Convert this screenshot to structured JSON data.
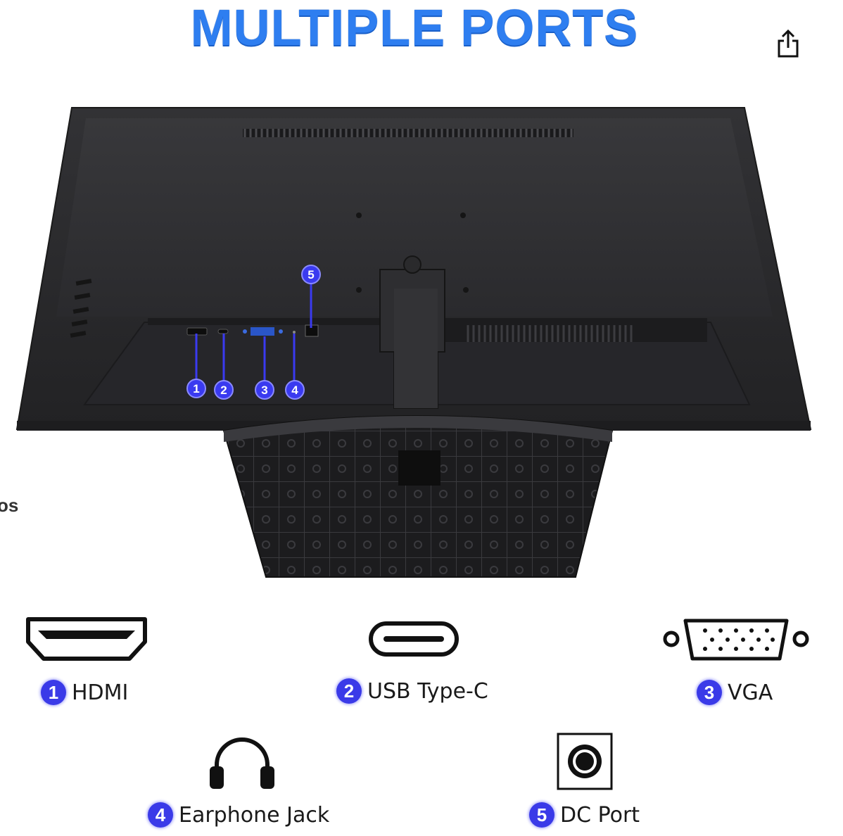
{
  "header": {
    "title": "MULTIPLE PORTS"
  },
  "toolbar": {
    "share_icon": "share-icon"
  },
  "side_fragment": "os",
  "colors": {
    "title": "#2e7ef0",
    "badge": "#3a3ae8",
    "monitor": "#2a2a2c"
  },
  "callouts": [
    "1",
    "2",
    "3",
    "4",
    "5"
  ],
  "ports": [
    {
      "number": "1",
      "label": "HDMI",
      "icon": "hdmi-icon"
    },
    {
      "number": "2",
      "label": "USB Type-C",
      "icon": "usb-c-icon"
    },
    {
      "number": "3",
      "label": "VGA",
      "icon": "vga-icon"
    },
    {
      "number": "4",
      "label": "Earphone Jack",
      "icon": "headphones-icon"
    },
    {
      "number": "5",
      "label": "DC Port",
      "icon": "dc-port-icon"
    }
  ]
}
